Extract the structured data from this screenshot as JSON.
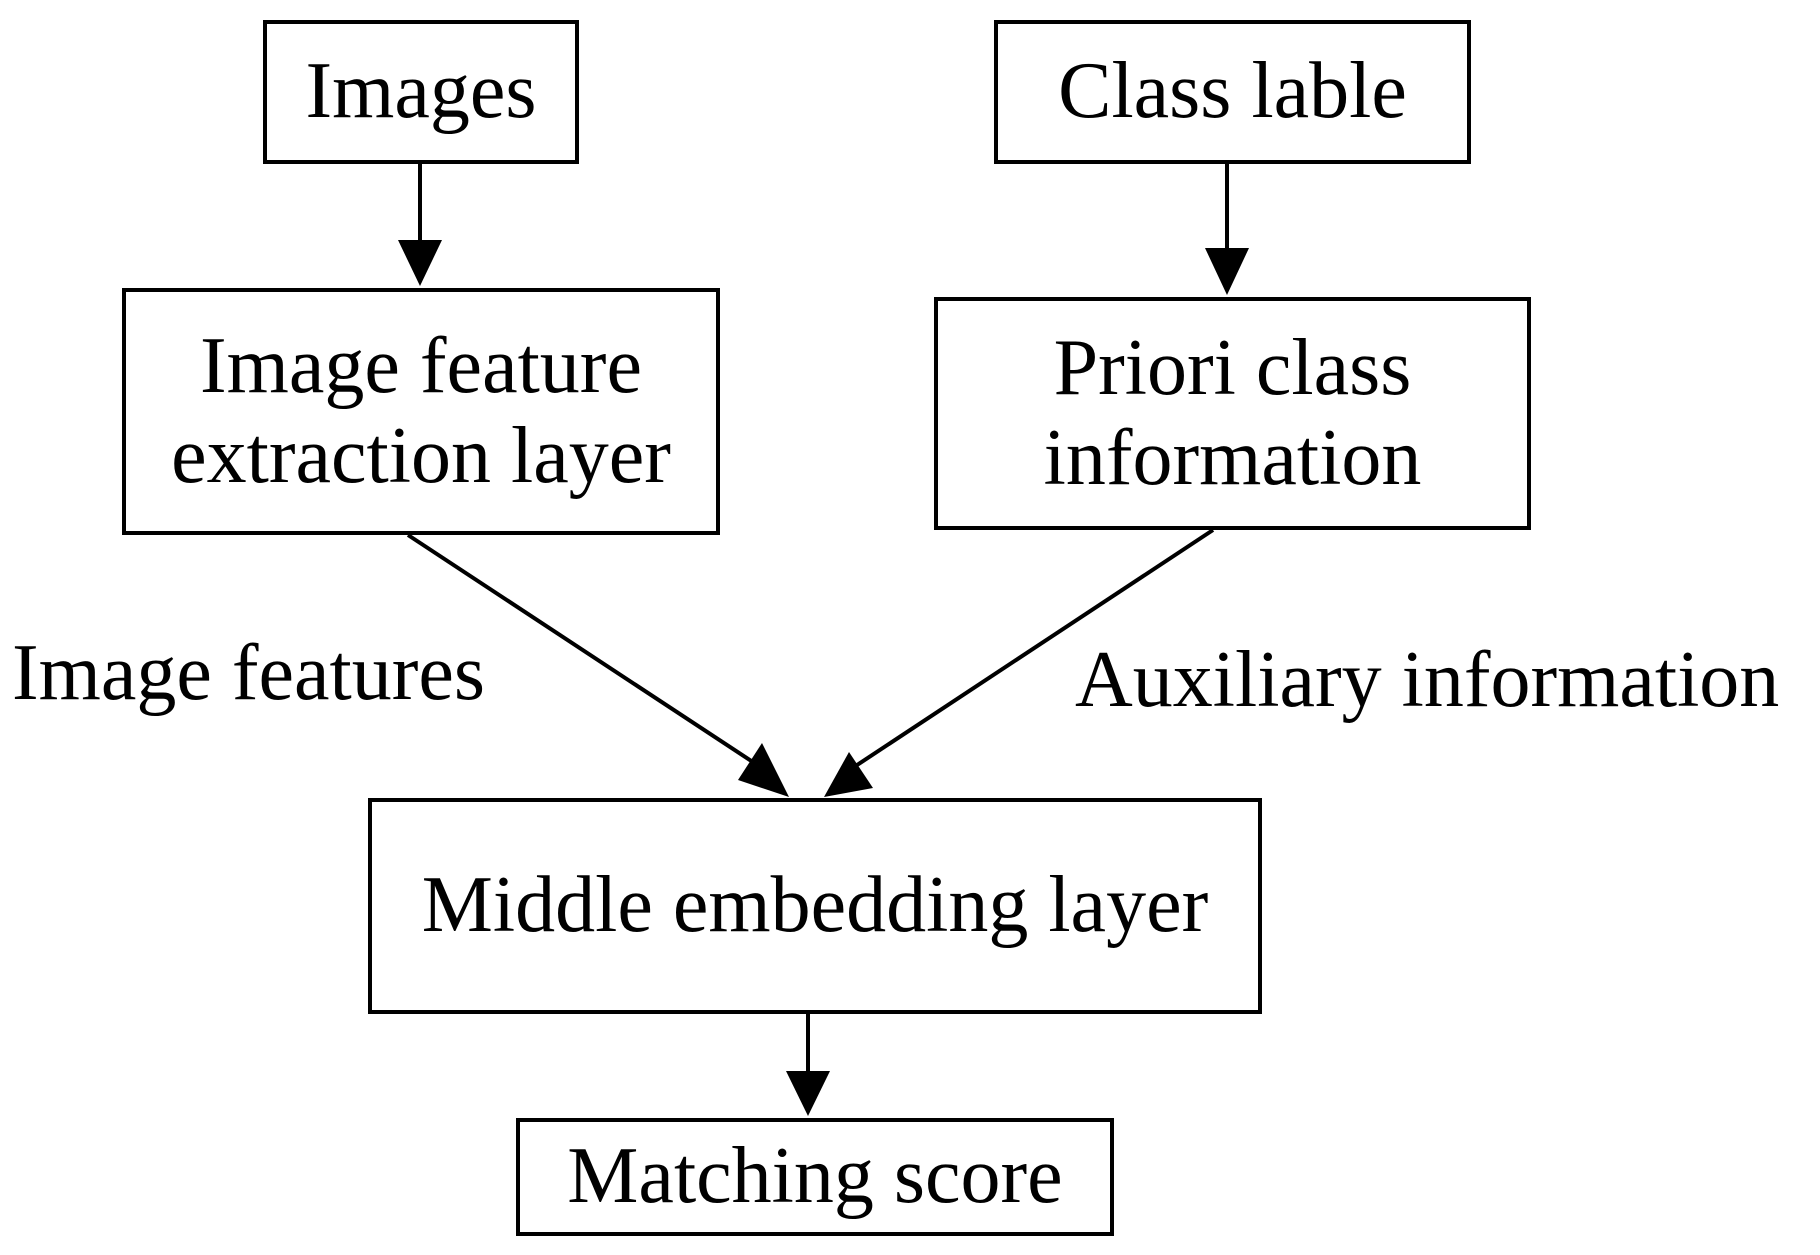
{
  "nodes": {
    "images": {
      "label": "Images"
    },
    "class_label": {
      "label": "Class lable"
    },
    "feature_extraction": {
      "line1": "Image feature",
      "line2": "extraction layer"
    },
    "priori": {
      "line1": "Priori class",
      "line2": "information"
    },
    "middle": {
      "label": "Middle embedding layer"
    },
    "score": {
      "label": "Matching score"
    }
  },
  "edges": {
    "image_features": "Image features",
    "auxiliary": "Auxiliary information"
  },
  "colors": {
    "stroke": "#000000",
    "background": "#ffffff"
  }
}
